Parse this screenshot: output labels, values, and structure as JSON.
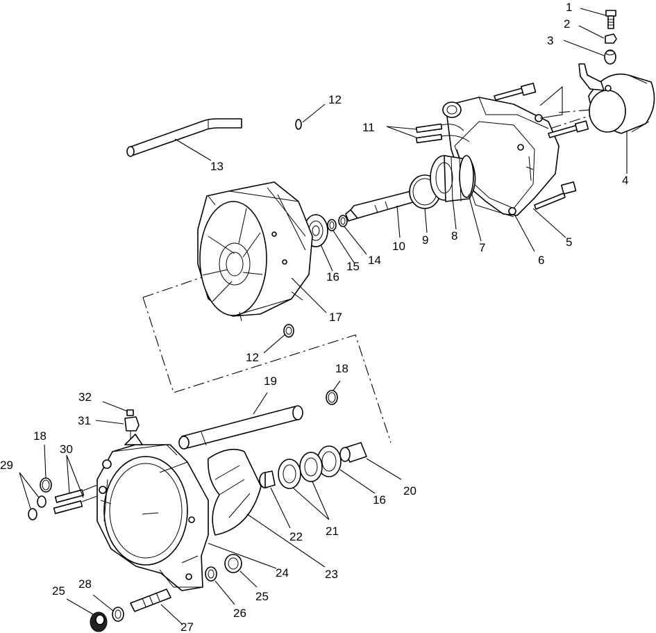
{
  "callouts": [
    "1",
    "2",
    "3",
    "4",
    "5",
    "6",
    "7",
    "8",
    "9",
    "10",
    "11",
    "12",
    "13",
    "14",
    "15",
    "16",
    "17",
    "12",
    "18",
    "19",
    "20",
    "21",
    "16",
    "22",
    "23",
    "24",
    "25",
    "26",
    "27",
    "25",
    "28",
    "29",
    "30",
    "31",
    "32",
    "18"
  ]
}
